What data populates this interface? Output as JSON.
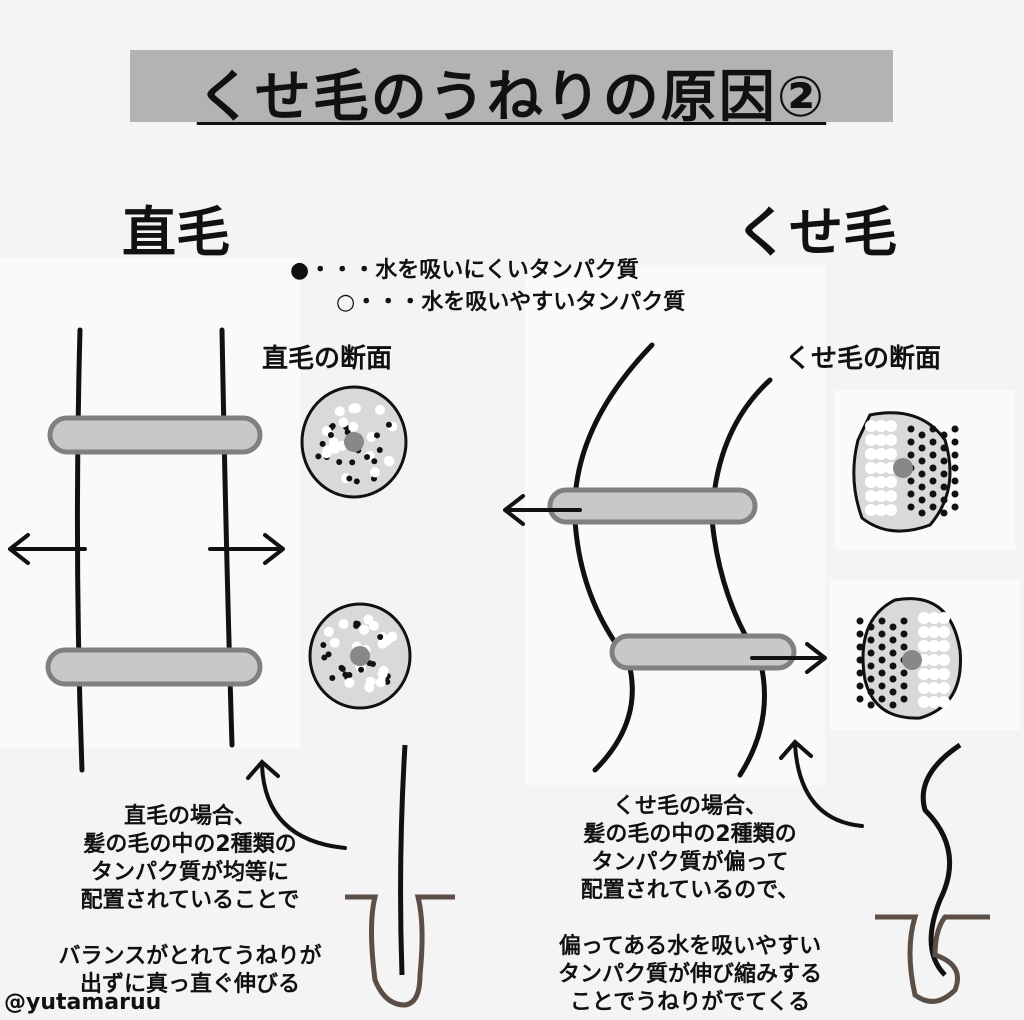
{
  "title": "くせ毛のうねりの原因②",
  "straight": {
    "heading": "直毛",
    "section_label": "直毛の断面",
    "explanation": [
      "直毛の場合、",
      "髪の毛の中の2種類の",
      "タンパク質が均等に",
      "配置されていることで",
      "",
      "バランスがとれてうねりが",
      "出ずに真っ直ぐ伸びる"
    ]
  },
  "curly": {
    "heading": "くせ毛",
    "section_label": "くせ毛の断面",
    "explanation": [
      "くせ毛の場合、",
      "髪の毛の中の2種類の",
      "タンパク質が偏って",
      "配置されているので、",
      "",
      "偏ってある水を吸いやすい",
      "タンパク質が伸び縮みする",
      "ことでうねりがでてくる"
    ]
  },
  "legend": [
    {
      "symbol": "●",
      "text": "・・・水を吸いにくいタンパク質"
    },
    {
      "symbol": "○",
      "text": "・・・水を吸いやすいタンパク質"
    }
  ],
  "credit": "@yutamaruu",
  "colors": {
    "title_bg": "#b3b3b3",
    "band": "#c8c8c8",
    "band_stroke": "#808080",
    "root": "#5a4e46",
    "core": "#888888",
    "section_fill": "#d9d9d9"
  }
}
